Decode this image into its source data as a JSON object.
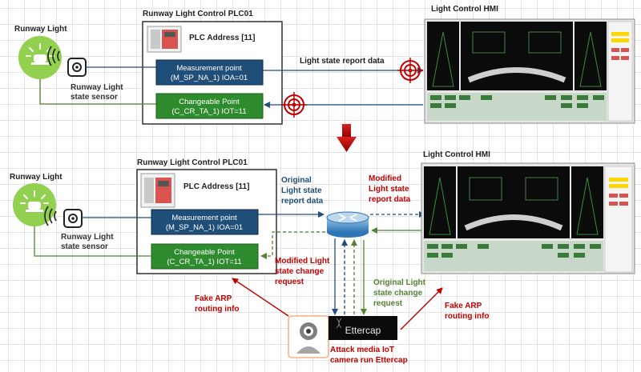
{
  "colors": {
    "navy": "#1f4e79",
    "green": "#548235",
    "red": "#c00000",
    "light_green": "#92d050",
    "text_dark": "#1f1f1f"
  },
  "top": {
    "plc_title": "Runway Light Control PLC01",
    "plc_address": "PLC Address [11]",
    "measurement_line1": "Measurement point",
    "measurement_line2": "(M_SP_NA_1) IOA=01",
    "changeable_line1": "Changeable Point",
    "changeable_line2": "(C_CR_TA_1) IOT=11",
    "runway_light": "Runway Light",
    "sensor_line1": "Runway Light",
    "sensor_line2": "state sensor",
    "hmi_title": "Light Control HMI",
    "report_label": "Light state report data"
  },
  "bottom": {
    "plc_title": "Runway Light Control PLC01",
    "plc_address": "PLC Address [11]",
    "measurement_line1": "Measurement point",
    "measurement_line2": "(M_SP_NA_1) IOA=01",
    "changeable_line1": "Changeable Point",
    "changeable_line2": "(C_CR_TA_1) IOT=11",
    "runway_light": "Runway Light",
    "sensor_line1": "Runway Light",
    "sensor_line2": "state sensor",
    "hmi_title": "Light Control HMI",
    "original_report": [
      "Original",
      "Light state",
      "report data"
    ],
    "modified_report": [
      "Modified",
      "Light state",
      "report data"
    ],
    "modified_change": [
      "Modified Light",
      "state change",
      "request"
    ],
    "original_change": [
      "Original Light",
      "state change",
      "request"
    ],
    "fake_arp_left": [
      "Fake ARP",
      "routing  info"
    ],
    "fake_arp_right": [
      "Fake ARP",
      "routing  info"
    ],
    "ettercap_label": "Ettercap",
    "attack_label": [
      "Attack media IoT",
      "camera run Ettercap"
    ]
  }
}
